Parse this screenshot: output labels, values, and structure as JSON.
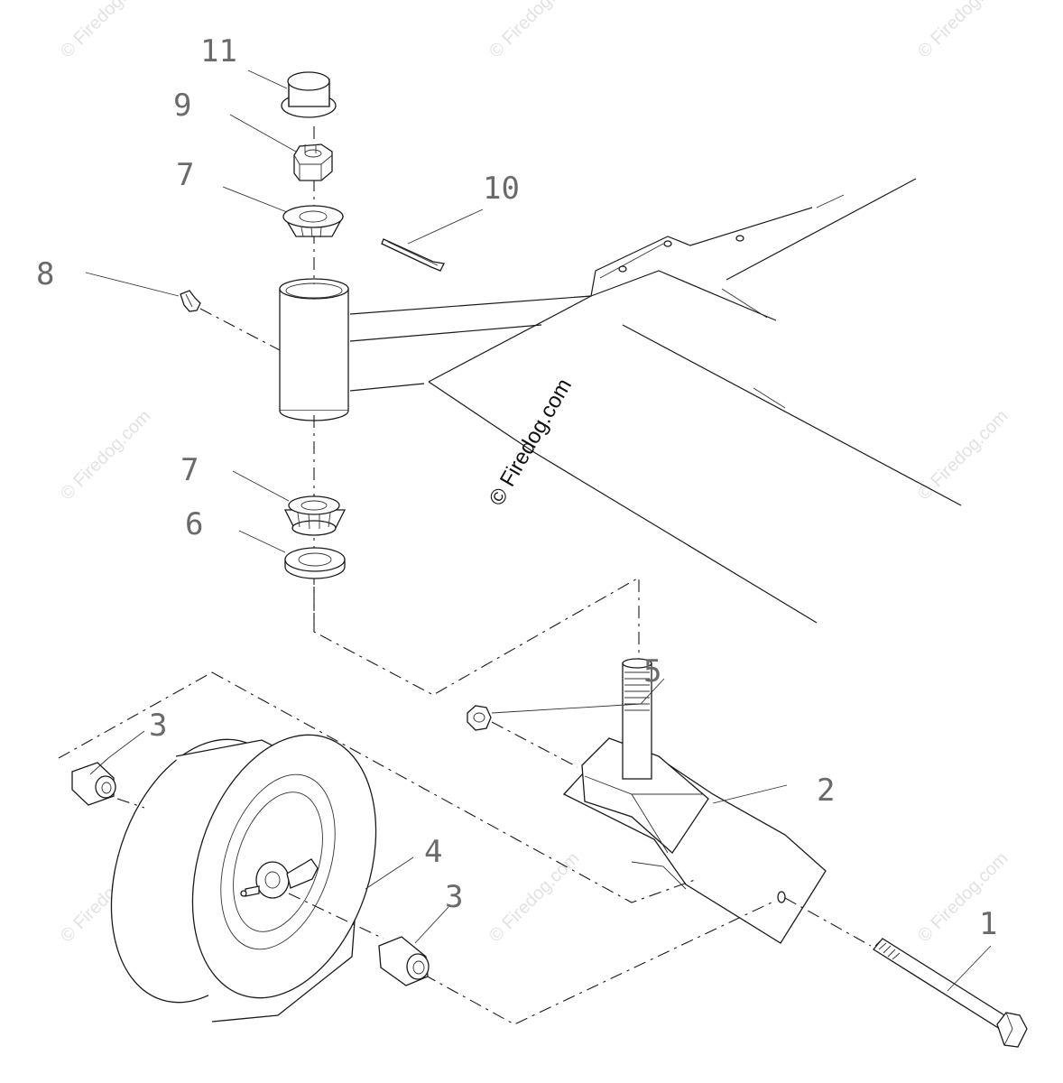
{
  "watermark": {
    "center": "© Firedog.com",
    "tile": "© Firedog.com"
  },
  "callouts": {
    "c1": "1",
    "c2": "2",
    "c3a": "3",
    "c3b": "3",
    "c4": "4",
    "c5": "5",
    "c6": "6",
    "c7a": "7",
    "c7b": "7",
    "c8": "8",
    "c9": "9",
    "c10": "10",
    "c11": "11"
  },
  "colors": {
    "line": "#1a1a1a",
    "callout": "#6a6a6a",
    "watermark_tile": "#e2e2e2"
  }
}
